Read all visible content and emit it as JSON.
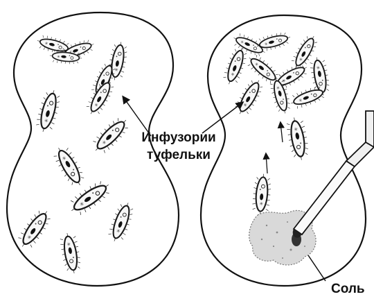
{
  "labels": {
    "paramecium_line1": "Инфузории",
    "paramecium_line2": "туфельки",
    "salt": "Соль"
  }
}
